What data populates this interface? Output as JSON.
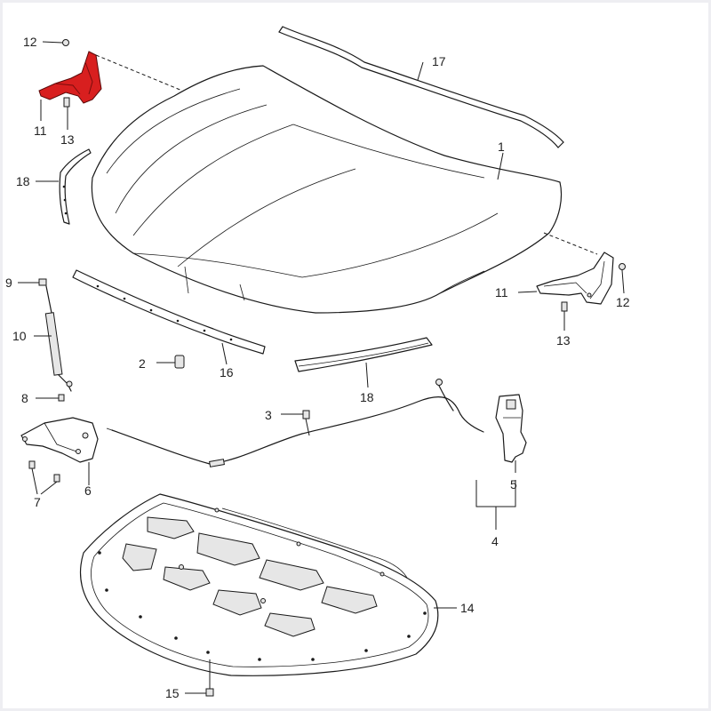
{
  "diagram": {
    "highlight_color": "#d81f1f",
    "line_color": "#1a1a1a",
    "callouts": {
      "c1": "1",
      "c2": "2",
      "c3": "3",
      "c4": "4",
      "c5": "5",
      "c6": "6",
      "c7": "7",
      "c8": "8",
      "c9": "9",
      "c10": "10",
      "c11_left": "11",
      "c11_right": "11",
      "c12_left": "12",
      "c12_right": "12",
      "c13_left": "13",
      "c13_right": "13",
      "c14": "14",
      "c15": "15",
      "c16": "16",
      "c17": "17",
      "c18_left": "18",
      "c18_right": "18"
    }
  }
}
